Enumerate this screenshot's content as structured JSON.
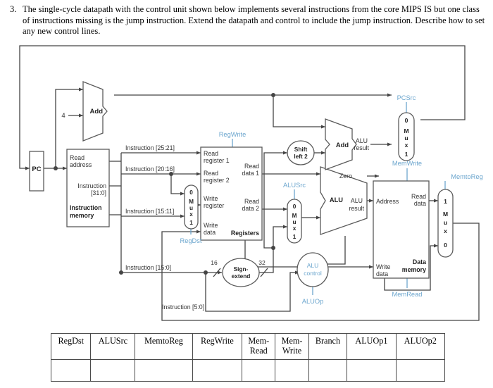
{
  "question": {
    "number": "3.",
    "text": "The single-cycle datapath with the control unit shown below implements several instructions from the core MIPS IS but one class of instructions missing is the jump instruction. Extend the datapath and control to include the jump instruction. Describe how to set any new control lines."
  },
  "colors": {
    "control_signal": "#6CA6CE",
    "wire": "#444444",
    "box_border": "#5a5a5a",
    "text": "#333333",
    "table_border": "#4a4a4a"
  },
  "diagram": {
    "title": "MIPS single-cycle datapath with control",
    "blocks": {
      "pc": "PC",
      "add_unit": "Add",
      "add_const": "4",
      "instruction_memory": {
        "read_address": "Read\naddress",
        "read_address_line1": "Read",
        "read_address_line2": "address",
        "instruction_out_line1": "Instruction",
        "instruction_out_line2": "[31:0]",
        "name_line1": "Instruction",
        "name_line2": "memory"
      },
      "registers": {
        "read_register_1_line1": "Read",
        "read_register_1_line2": "register 1",
        "read_register_2_line1": "Read",
        "read_register_2_line2": "register 2",
        "write_register_line1": "Write",
        "write_register_line2": "register",
        "write_data_line1": "Write",
        "write_data_line2": "data",
        "read_data_1_line1": "Read",
        "read_data_1_line2": "data 1",
        "read_data_2_line1": "Read",
        "read_data_2_line2": "data 2",
        "name": "Registers"
      },
      "data_memory": {
        "address": "Address",
        "read_data_line1": "Read",
        "read_data_line2": "data",
        "write_data_line1": "Write",
        "write_data_line2": "data",
        "name_line1": "Data",
        "name_line2": "memory"
      },
      "alu": {
        "name": "ALU",
        "zero": "Zero",
        "result_line1": "ALU",
        "result_line2": "result"
      },
      "branch_adder": {
        "name": "Add",
        "result_line1": "ALU",
        "result_line2": "result"
      },
      "shift_left_2_line1": "Shift",
      "shift_left_2_line2": "left 2",
      "sign_extend_line1": "Sign-",
      "sign_extend_line2": "extend",
      "alu_control_line1": "ALU",
      "alu_control_line2": "control"
    },
    "bus_labels": {
      "instr_25_21": "Instruction [25:21]",
      "instr_20_16": "Instruction [20:16]",
      "instr_15_11": "Instruction [15:11]",
      "instr_15_0": "Instruction [15:0]",
      "instr_5_0": "Instruction [5:0]",
      "width_16": "16",
      "width_32": "32"
    },
    "control_signals": {
      "pcsrc": "PCSrc",
      "regwrite": "RegWrite",
      "regdst": "RegDst",
      "alusrc": "ALUSrc",
      "memwrite": "MemWrite",
      "memread": "MemRead",
      "memtoreg": "MemtoReg",
      "aluop": "ALUOp"
    },
    "mux": {
      "label_m": "M",
      "label_u": "u",
      "label_x": "x",
      "pcsrc_top": "0",
      "pcsrc_bottom": "1",
      "regdst_top": "0",
      "regdst_bottom": "1",
      "alusrc_top": "0",
      "alusrc_bottom": "1",
      "memtoreg_top": "1",
      "memtoreg_bottom": "0"
    }
  },
  "control_table": {
    "headers": [
      "RegDst",
      "ALUSrc",
      "MemtoReg",
      "RegWrite",
      "Mem-\nRead",
      "Mem-\nWrite",
      "Branch",
      "ALUOp1",
      "ALUOp2"
    ],
    "headers_two_line": [
      {
        "l1": "RegDst",
        "l2": ""
      },
      {
        "l1": "ALUSrc",
        "l2": ""
      },
      {
        "l1": "MemtoReg",
        "l2": ""
      },
      {
        "l1": "RegWrite",
        "l2": ""
      },
      {
        "l1": "Mem-",
        "l2": "Read"
      },
      {
        "l1": "Mem-",
        "l2": "Write"
      },
      {
        "l1": "Branch",
        "l2": ""
      },
      {
        "l1": "ALUOp1",
        "l2": ""
      },
      {
        "l1": "ALUOp2",
        "l2": ""
      }
    ],
    "rows": [
      [
        "",
        "",
        "",
        "",
        "",
        "",
        "",
        "",
        ""
      ]
    ]
  }
}
